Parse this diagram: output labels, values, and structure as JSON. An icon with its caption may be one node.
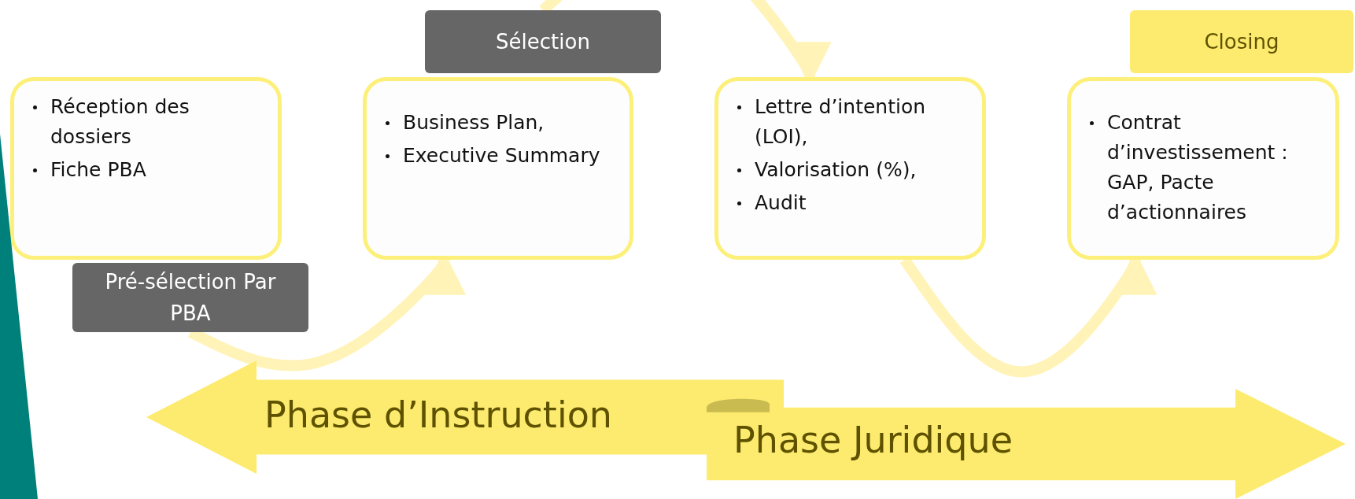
{
  "diagram": {
    "nodes": [
      {
        "text": [
          "Réception des dossiers",
          "Fiche PBA"
        ]
      },
      {
        "text": [
          "Pré-sélection Par PBA"
        ]
      },
      {
        "text": [
          "Business Plan,",
          "Executive Summary"
        ]
      },
      {
        "text": [
          "Sélection"
        ]
      },
      {
        "text": [
          "Lettre d’intention (LOI),",
          "Valorisation (%),",
          "Audit"
        ]
      },
      {
        "text": [
          "Contrat d’investissement : GAP, Pacte d’actionnaires"
        ]
      },
      {
        "text": [
          "Closing"
        ]
      },
      {
        "text": [
          "Phase d’Instruction"
        ]
      },
      {
        "text": [
          "Phase Juridique"
        ]
      },
      {
        "text": [],
        "shape": "triangle"
      }
    ],
    "edges": [
      {
        "from": 1,
        "to": 2,
        "arrow": "to"
      },
      {
        "from": 3,
        "to": 4,
        "arrow": "to"
      },
      {
        "from": 4,
        "to": 5,
        "arrow": "to"
      }
    ]
  }
}
